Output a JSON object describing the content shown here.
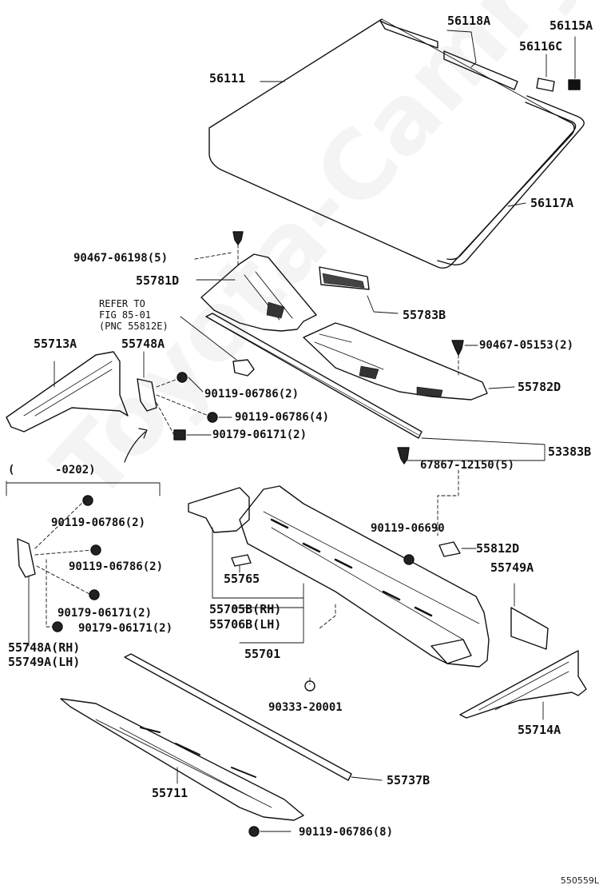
{
  "watermark": "Toyota-Camry.ru",
  "drawing_code": "550559L",
  "reference": {
    "line1": "REFER TO",
    "line2": "FIG 85-01",
    "line3": "(PNC 55812E)"
  },
  "date_range": "(      -0202)",
  "labels": {
    "p56118A": "56118A",
    "p56115A": "56115A",
    "p56116C": "56116C",
    "p56111": "56111",
    "p56117A": "56117A",
    "p90467_06198": "90467-06198(5)",
    "p55781D": "55781D",
    "p55783B": "55783B",
    "p90467_05153": "90467-05153(2)",
    "p55713A": "55713A",
    "p55748A_top": "55748A",
    "p90119_06786_2a": "90119-06786(2)",
    "p90119_06786_4": "90119-06786(4)",
    "p90179_06171_2a": "90179-06171(2)",
    "p55782D": "55782D",
    "p53383B": "53383B",
    "p67867_12150": "67867-12150(5)",
    "p90119_06786_2b": "90119-06786(2)",
    "p90119_06786_2c": "90119-06786(2)",
    "p90179_06171_2b": "90179-06171(2)",
    "p90179_06171_2c": "90179-06171(2)",
    "p55748A_RH": "55748A(RH)",
    "p55749A_LH": "55749A(LH)",
    "p90119_06690": "90119-06690",
    "p55812D": "55812D",
    "p55749A": "55749A",
    "p55765": "55765",
    "p55705B_RH": "55705B(RH)",
    "p55706B_LH": "55706B(LH)",
    "p55701": "55701",
    "p90333_20001": "90333-20001",
    "p55714A": "55714A",
    "p55711": "55711",
    "p55737B": "55737B",
    "p90119_06786_8": "90119-06786(8)"
  }
}
